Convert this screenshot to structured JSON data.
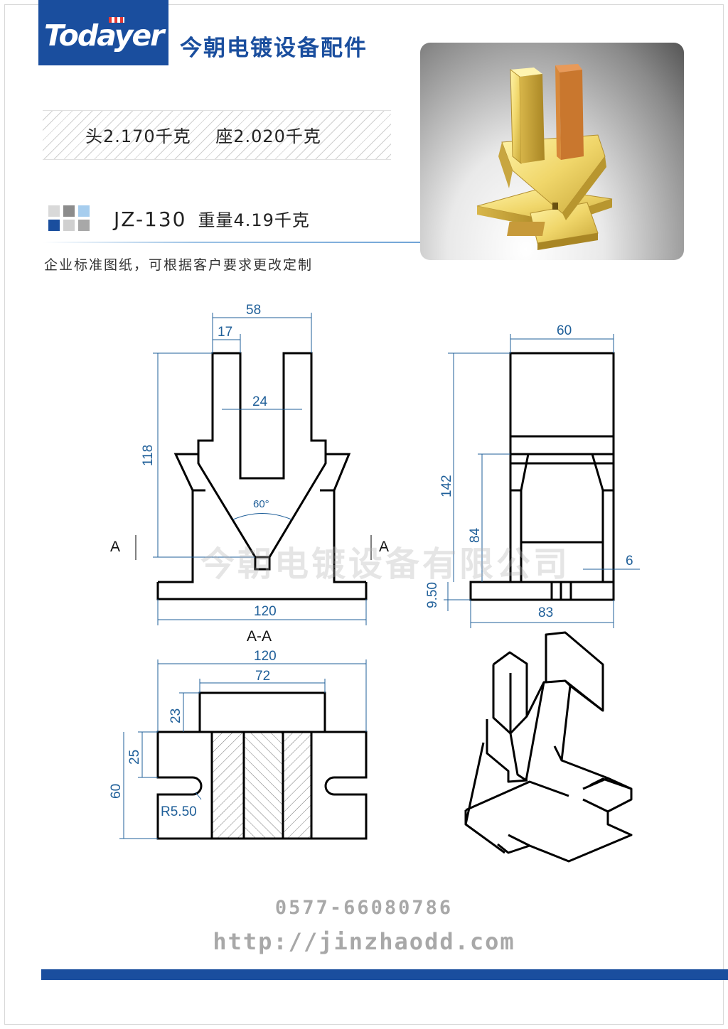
{
  "header": {
    "logo_text": "Todayer",
    "company_name": "今朝电镀设备配件"
  },
  "specs": {
    "weights_line": "头2.170千克    座2.020千克",
    "model": "JZ-130",
    "total_weight": "重量4.19千克",
    "note": "企业标准图纸，可根据客户要求更改定制"
  },
  "palette": {
    "brand_blue": "#1a4e9e",
    "squares": [
      "#d9d9d9",
      "#8c8c8c",
      "#a6cdee",
      "#1a4e9e",
      "#d0d0d0",
      "#a8a8a8"
    ]
  },
  "drawing": {
    "front_view": {
      "dims": [
        "58",
        "17",
        "24",
        "118",
        "60°",
        "120"
      ],
      "section_marks": [
        "A",
        "A"
      ]
    },
    "side_view": {
      "dims": [
        "60",
        "142",
        "84",
        "6",
        "9.50",
        "83"
      ]
    },
    "section_view": {
      "title": "A-A",
      "dims": [
        "120",
        "72",
        "23",
        "25",
        "60",
        "R5.50"
      ]
    },
    "watermark": "今朝电镀设备有限公司"
  },
  "footer": {
    "phone": "0577-66080786",
    "url": "http://jinzhaodd.com"
  }
}
